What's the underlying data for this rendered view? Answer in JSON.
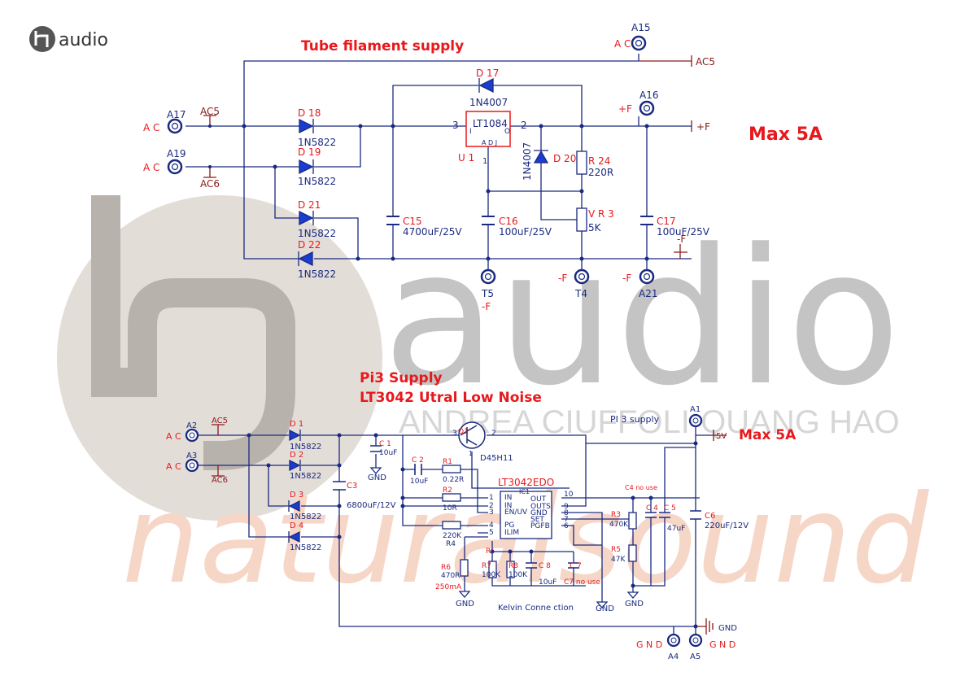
{
  "logo": {
    "text": "audio",
    "mark": "h"
  },
  "watermark": {
    "big": "audio",
    "sub": "ANDREA CIUFFOLI-QUANG HAO",
    "script": "naturalsound"
  },
  "titles": {
    "filament": "Tube filament supply",
    "max_top": "Max 5A",
    "pi3_line1": "Pi3 Supply",
    "pi3_line2": "LT3042 Utral Low Noise",
    "max_bottom": "Max 5A"
  },
  "top": {
    "A15": "A15",
    "A16": "A16",
    "A17": "A17",
    "A19": "A19",
    "A21": "A21",
    "T4": "T4",
    "T5": "T5",
    "ac": "A C",
    "plusF": "+F",
    "minusF": "-F",
    "AC5": "AC5",
    "AC6": "AC6",
    "netAC5": "AC5",
    "netPlusF": "+F",
    "netMinusF": "-F",
    "D17": "D 17",
    "D17v": "1N4007",
    "D18": "D 18",
    "D18v": "1N5822",
    "D19": "D 19",
    "D19v": "1N5822",
    "D21": "D 21",
    "D21v": "1N5822",
    "D22": "D 22",
    "D22v": "1N5822",
    "D20": "D 20",
    "D20v": "1N4007",
    "U1": "U 1",
    "U1part": "LT1084",
    "U1pinI": "I",
    "U1pinO": "O",
    "U1adj": "A D J",
    "pin3": "3",
    "pin2": "2",
    "pin1": "1",
    "R24": "R 24",
    "R24v": "220R",
    "VR3": "V R 3",
    "VR3v": "5K",
    "C15v": "4700uF/25V",
    "C15": "C15",
    "C16v": "100uF/25V",
    "C16": "C16",
    "C17v": "100uF/25V",
    "C17": "C17"
  },
  "bottom": {
    "A1": "A1",
    "A2": "A2",
    "A3": "A3",
    "A4": "A4",
    "A5": "A5",
    "ac": "A C",
    "AC5": "AC5",
    "AC6": "AC6",
    "pi3": "PI 3 supply",
    "v5": "5V",
    "gnd": "GND",
    "gndLabel": "G N D",
    "D1": "D 1",
    "D2": "D 2",
    "D3": "D 3",
    "D4": "D 4",
    "d1v": "1N5822",
    "d2v": "1N5822",
    "d3v": "1N5822",
    "d4v": "1N5822",
    "C1": "C 1",
    "C1v": "10uF",
    "C2": "C 2",
    "C2v": "10uF",
    "C3": "C3",
    "C3v": "6800uF/12V",
    "Q1": "Q1",
    "Q1v": "D45H11",
    "q3": "3",
    "q2": "2",
    "q1": "1",
    "R1": "R1",
    "R1v": "0.22R",
    "R2": "R2",
    "R2v": "10R",
    "R4": "R4",
    "R4v": "220K",
    "R6": "R6",
    "R6v": "470R",
    "ma": "250mA",
    "R7": "R7",
    "R7v": "100K",
    "R8": "R8",
    "R8v": "100K",
    "C8": "C 8",
    "C8v": "10uF",
    "C7": "C 7",
    "C7v": "C7 no use",
    "IC": "LT3042EDO",
    "IC1": "IC1",
    "Rf": "Rf",
    "pinL": [
      "1",
      "2",
      "3",
      "4",
      "5"
    ],
    "pinR": [
      "10",
      "9",
      "8",
      "7",
      "6"
    ],
    "nameL": [
      "IN",
      "IN",
      "EN/UV",
      "PG",
      "ILIM"
    ],
    "nameR": [
      "OUT",
      "OUTS",
      "GND",
      "SET",
      "PGFB"
    ],
    "R3": "R3",
    "R3v": "470K",
    "R5": "R5",
    "R5v": "47K",
    "C4": "C 4",
    "C4note": "C4 no use",
    "C5": "C 5",
    "C5v": "47uF",
    "C6": "C6",
    "C6v": "220uF/12V",
    "kelvin": "Kelvin Conne ction"
  }
}
